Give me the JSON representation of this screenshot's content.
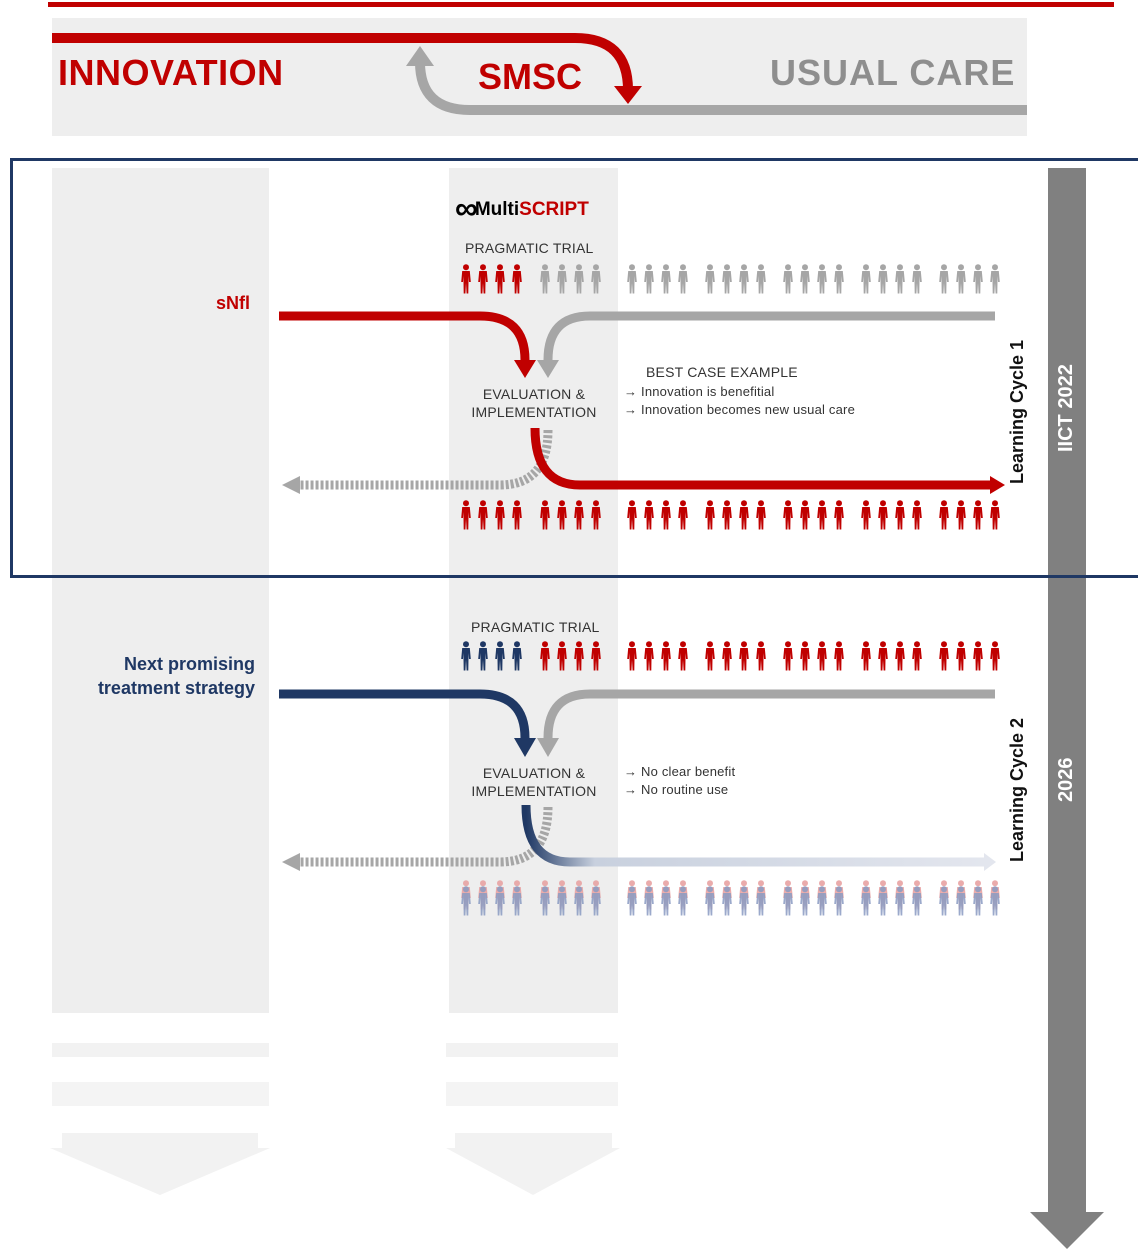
{
  "header": {
    "innovation": "INNOVATION",
    "smsc": "SMSC",
    "usual_care": "USUAL CARE"
  },
  "logo": {
    "symbol": "∞",
    "part1": "Multi",
    "part2": "SCRIPT"
  },
  "cycle1": {
    "trial_label": "PRAGMATIC TRIAL",
    "innovation_label": "sNfl",
    "eval_line1": "EVALUATION &",
    "eval_line2": "IMPLEMENTATION",
    "note_title": "BEST CASE EXAMPLE",
    "note_line1": "→ Innovation is benefitial",
    "note_line2": "→ Innovation becomes new usual care",
    "cycle_label": "Learning Cycle 1",
    "year_label": "IICT 2022"
  },
  "cycle2": {
    "trial_label": "PRAGMATIC TRIAL",
    "innovation_label": "Next promising treatment strategy",
    "eval_line1": "EVALUATION &",
    "eval_line2": "IMPLEMENTATION",
    "note_line1": "→ No clear benefit",
    "note_line2": "→ No routine use",
    "cycle_label": "Learning Cycle 2",
    "year_label": "2026"
  },
  "colors": {
    "red": "#c00000",
    "navy": "#1f3864",
    "gray": "#a6a6a6",
    "dark_gray": "#808080",
    "band": "#eeeeee"
  }
}
